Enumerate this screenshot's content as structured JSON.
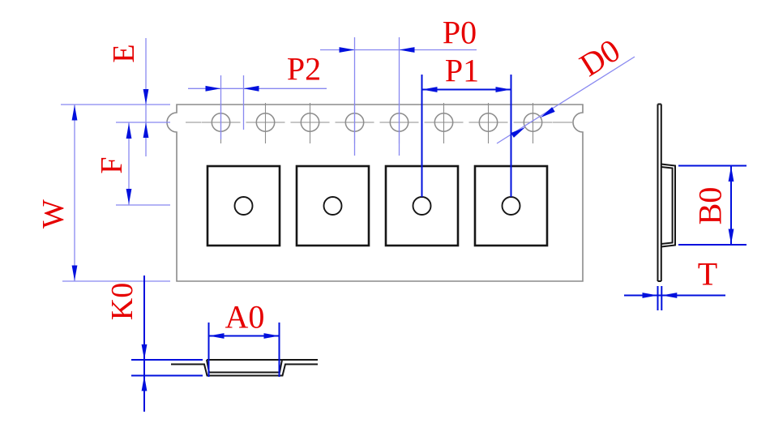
{
  "drawing": {
    "description_labels": {
      "w": "W",
      "e": "E",
      "f": "F",
      "k0": "K0",
      "p2": "P2",
      "p0": "P0",
      "p1": "P1",
      "d0": "D0",
      "a0": "A0",
      "b0": "B0",
      "t": "T"
    },
    "counts": {
      "sprocket_holes": 8,
      "component_pockets": 4
    },
    "colors": {
      "label_red": "#e60000",
      "dimension_blue_light": "#8888f0",
      "dimension_blue_dark": "#0010dd",
      "tape_outline_gray": "#8c8c8c",
      "feature_black": "#161616",
      "background": "#ffffff"
    }
  }
}
